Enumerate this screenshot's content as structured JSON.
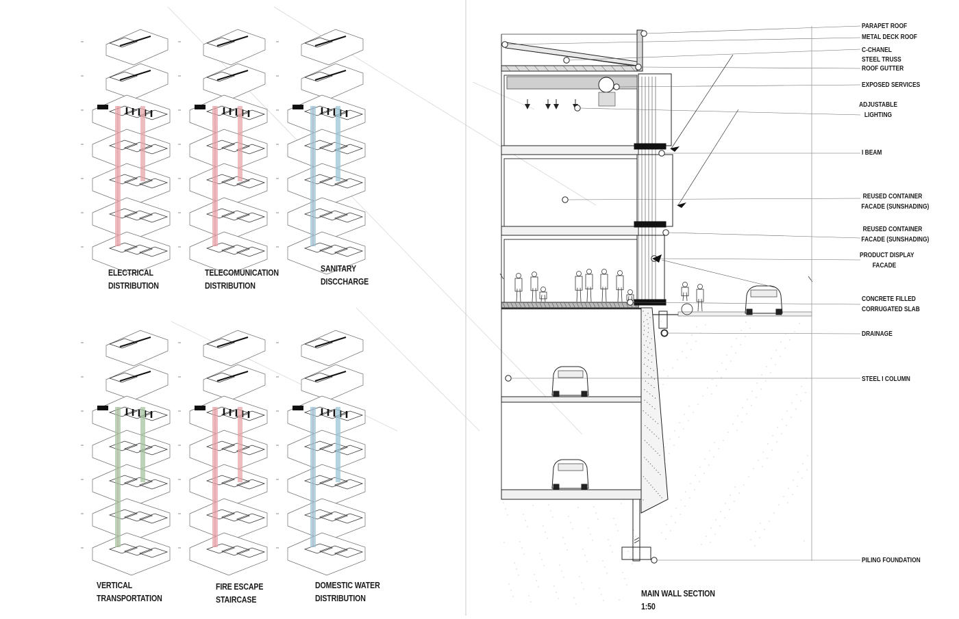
{
  "diagrams": [
    {
      "line1": "ELECTRICAL",
      "line2": "DISTRIBUTION",
      "color": "#e8a4a8"
    },
    {
      "line1": "TELECOMUNICATION",
      "line2": "DISTRIBUTION",
      "color": "#e8a4a8"
    },
    {
      "line1": "SANITARY",
      "line2": "DISCCHARGE",
      "color": "#9cc6d8"
    },
    {
      "line1": "VERTICAL",
      "line2": "TRANSPORTATION",
      "color": "#a7c4a0"
    },
    {
      "line1": "FIRE ESCAPE",
      "line2": "STAIRCASE",
      "color": "#e8a4a8"
    },
    {
      "line1": "DOMESTIC WATER",
      "line2": "DISTRIBUTION",
      "color": "#9cc6d8"
    }
  ],
  "section": {
    "title": "MAIN WALL SECTION",
    "scale": "1:50",
    "labels": [
      {
        "text": "PARAPET ROOF"
      },
      {
        "text": "METAL DECK ROOF"
      },
      {
        "text": "C-CHANEL"
      },
      {
        "text": "STEEL TRUSS"
      },
      {
        "text": "ROOF GUTTER"
      },
      {
        "text": "EXPOSED SERVICES"
      },
      {
        "text": "ADJUSTABLE",
        "text2": "LIGHTING"
      },
      {
        "text": "I BEAM"
      },
      {
        "text": "REUSED CONTAINER",
        "text2": "FACADE (SUNSHADING)"
      },
      {
        "text": "REUSED CONTAINER",
        "text2": "FACADE (SUNSHADING)"
      },
      {
        "text": "PRODUCT DISPLAY",
        "text2": "FACADE"
      },
      {
        "text": "CONCRETE FILLED",
        "text2": "CORRUGATED SLAB"
      },
      {
        "text": "DRAINAGE"
      },
      {
        "text": "STEEL I COLUMN"
      },
      {
        "text": "PILING FOUNDATION"
      }
    ]
  }
}
